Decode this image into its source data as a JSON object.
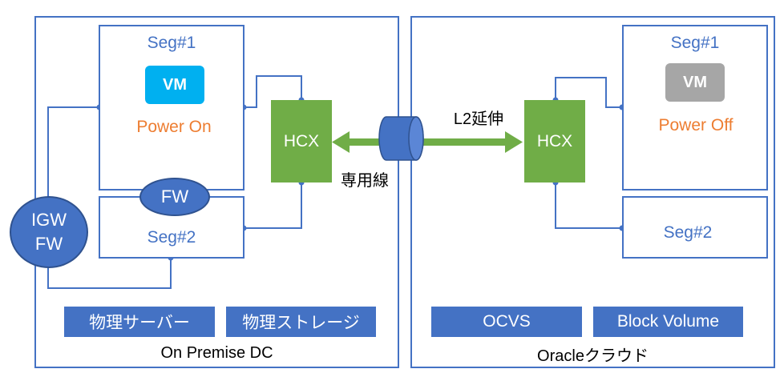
{
  "onprem": {
    "caption": "On Premise DC",
    "seg1": {
      "label": "Seg#1",
      "vm": "VM",
      "status": "Power On"
    },
    "seg2": {
      "label": "Seg#2"
    },
    "fw": "FW",
    "igw_line1": "IGW",
    "igw_line2": "FW",
    "hcx": "HCX",
    "hardware": [
      "物理サーバー",
      "物理ストレージ"
    ]
  },
  "link": {
    "l2_label": "L2延伸",
    "line_label": "専用線"
  },
  "oracle": {
    "caption": "Oracleクラウド",
    "seg1": {
      "label": "Seg#1",
      "vm": "VM",
      "status": "Power Off"
    },
    "seg2": {
      "label": "Seg#2"
    },
    "hcx": "HCX",
    "services": [
      "OCVS",
      "Block Volume"
    ]
  },
  "colors": {
    "blue": "#4472c4",
    "green": "#70ad47",
    "orange": "#ed7d31",
    "vm_on": "#00b0f0",
    "vm_off": "#a6a6a6"
  }
}
